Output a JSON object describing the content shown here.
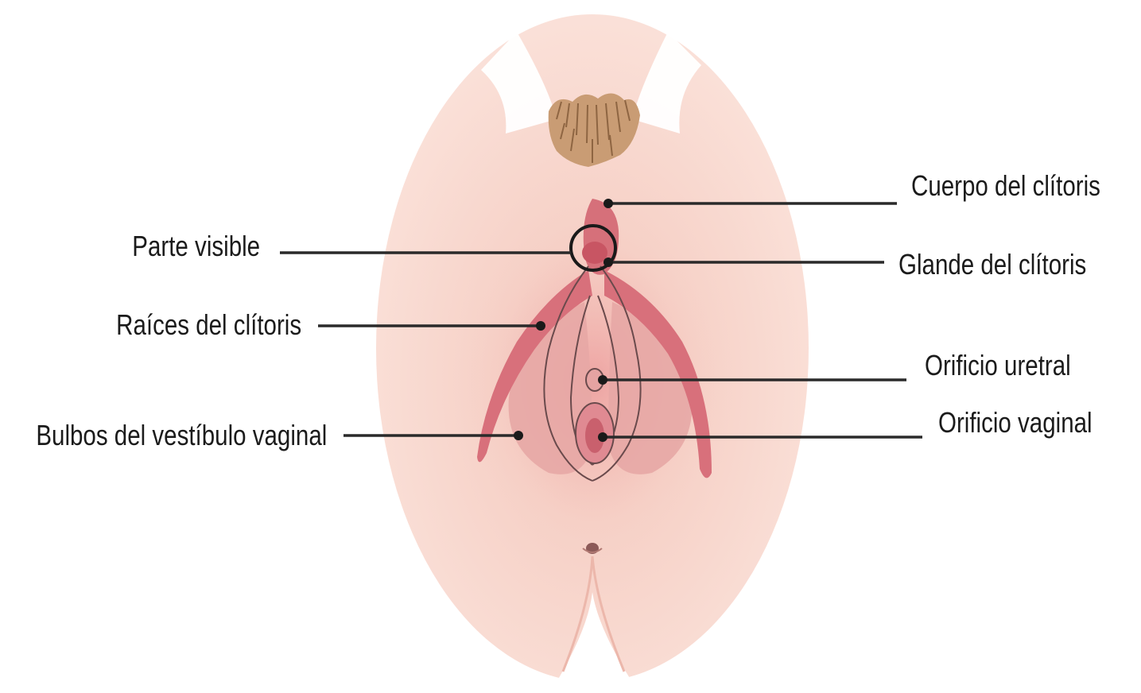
{
  "labels": {
    "left": [
      {
        "id": "parte-visible",
        "text": "Parte visible"
      },
      {
        "id": "raices-clitoris",
        "text": "Raíces del clítoris"
      },
      {
        "id": "bulbos-vestibulo",
        "text": "Bulbos del vestíbulo vaginal"
      }
    ],
    "right": [
      {
        "id": "cuerpo-clitoris",
        "text": "Cuerpo del clítoris"
      },
      {
        "id": "glande-clitoris",
        "text": "Glande del clítoris"
      },
      {
        "id": "orificio-uretral",
        "text": "Orificio uretral"
      },
      {
        "id": "orificio-vaginal",
        "text": "Orificio vaginal"
      }
    ]
  },
  "colors": {
    "skin": "#f8d9cf",
    "skin_shadow": "#f1bfb3",
    "clitoris": "#d9707a",
    "clitoris_dark": "#b84d5a",
    "bulb": "#e6a3a4",
    "hair": "#b08660",
    "leader": "#2a2a2a"
  }
}
